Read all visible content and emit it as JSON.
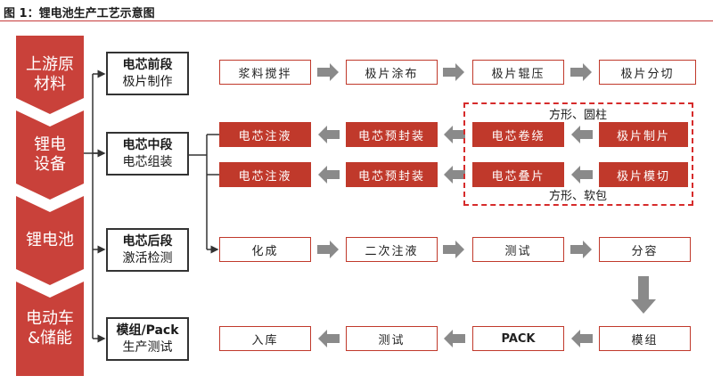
{
  "title": "图 1：锂电池生产工艺示意图",
  "chain": [
    {
      "label": "上游原\n材料"
    },
    {
      "label": "锂电\n设备"
    },
    {
      "label": "锂电池"
    },
    {
      "label": "电动车\n&储能"
    }
  ],
  "stages": [
    {
      "head": "电芯前段",
      "sub": "极片制作"
    },
    {
      "head": "电芯中段",
      "sub": "电芯组装"
    },
    {
      "head": "电芯后段",
      "sub": "激活检测"
    },
    {
      "head": "模组/Pack",
      "sub": "生产测试"
    }
  ],
  "rows": {
    "front": [
      "浆料搅拌",
      "极片涂布",
      "极片辊压",
      "极片分切"
    ],
    "mid_a": [
      "电芯注液",
      "电芯预封装",
      "电芯卷绕",
      "极片制片"
    ],
    "mid_b": [
      "电芯注液",
      "电芯预封装",
      "电芯叠片",
      "极片模切"
    ],
    "back": [
      "化成",
      "二次注液",
      "测试",
      "分容"
    ],
    "pack": [
      "入库",
      "测试",
      "PACK",
      "模组"
    ]
  },
  "notes": {
    "wound": "方形、圆柱",
    "stacked": "方形、软包"
  },
  "colors": {
    "accent": "#c0392b",
    "chain": "#c9413a",
    "arrow": "#7f7f7f",
    "dash": "#d62b2b"
  }
}
